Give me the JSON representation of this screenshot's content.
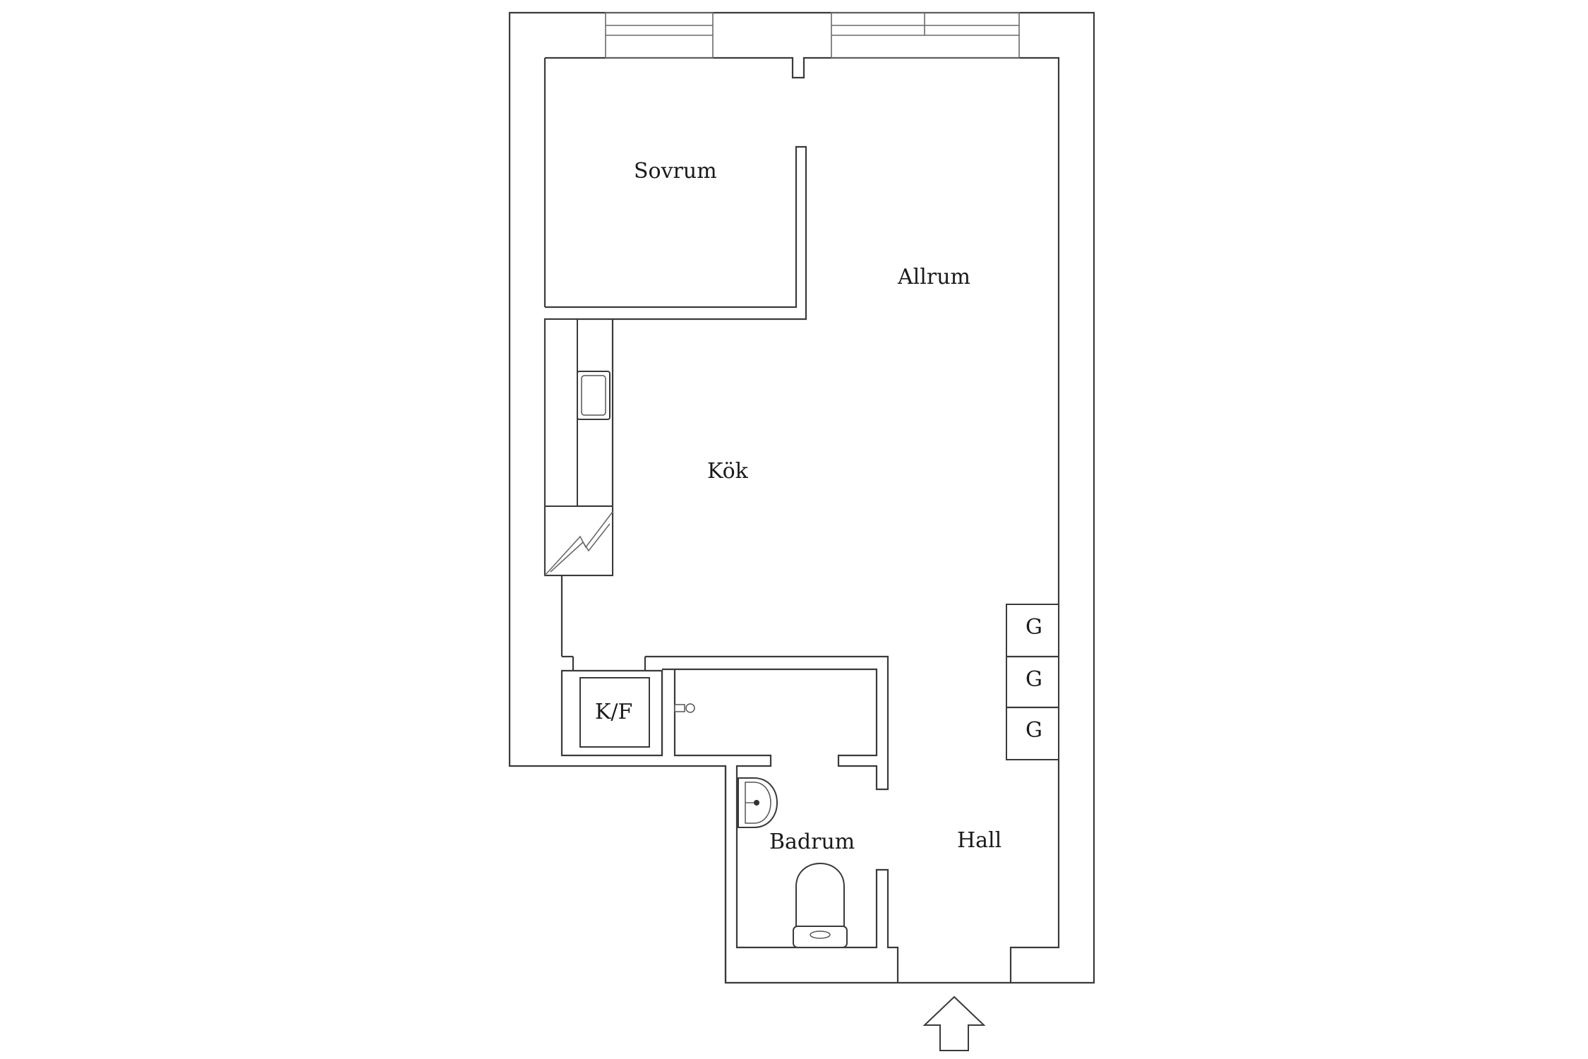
{
  "rooms": {
    "sovrum": "Sovrum",
    "allrum": "Allrum",
    "kok": "Kök",
    "kf": "K/F",
    "badrum": "Badrum",
    "hall": "Hall"
  },
  "closets": [
    "G",
    "G",
    "G"
  ],
  "colors": {
    "wall": "#3a3a3a",
    "background": "#ffffff",
    "text": "#1a1a1a"
  },
  "icons": {
    "entrance": "entrance-arrow-icon",
    "stove": "stove-icon",
    "sink": "kitchen-sink-icon",
    "washbasin": "washbasin-icon",
    "toilet": "toilet-icon",
    "bath_tap": "bath-tap-icon"
  }
}
